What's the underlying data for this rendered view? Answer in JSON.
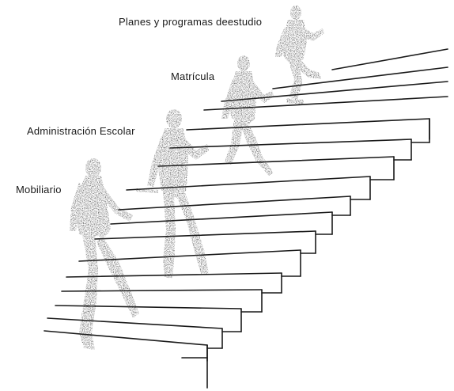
{
  "labels": {
    "planes": "Planes y programas deestudio",
    "matricula": "Matrícula",
    "administracion": "Administración Escolar",
    "mobiliario": "Mobiliario"
  },
  "colors": {
    "ink": "#1a1a1a",
    "figure_speckle": "#444444",
    "background": "#ffffff"
  }
}
